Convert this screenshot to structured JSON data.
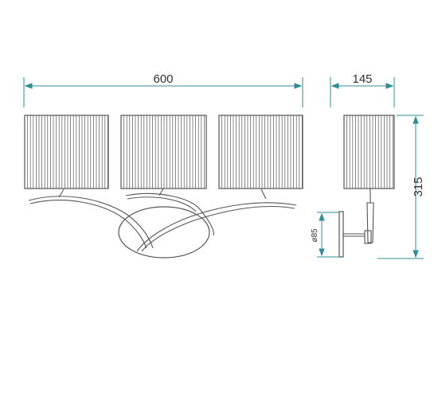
{
  "dimensions": {
    "width": "600",
    "depth": "145",
    "height": "315",
    "backplate_diameter": "ø85"
  },
  "colors": {
    "outline": "#555555",
    "dimension_line": "#2f8f94",
    "shade_stripes": "#555555",
    "background": "#ffffff"
  }
}
